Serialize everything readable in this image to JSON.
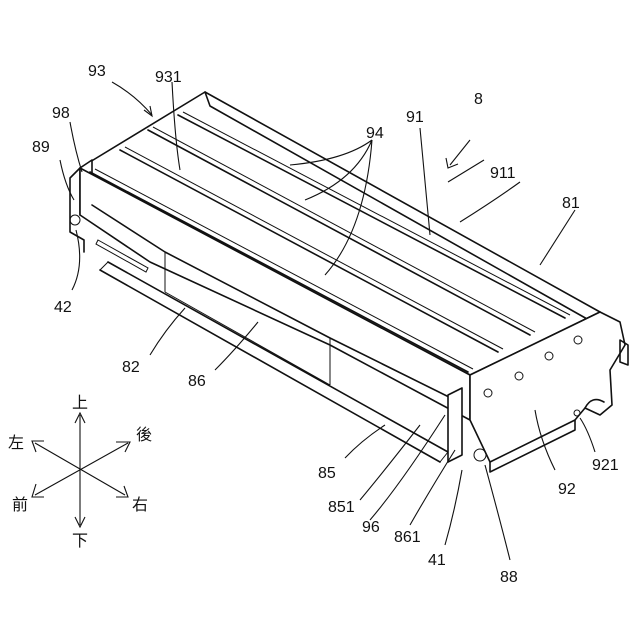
{
  "refs": {
    "r93": "93",
    "r931": "931",
    "r98": "98",
    "r89": "89",
    "r42": "42",
    "r82": "82",
    "r86": "86",
    "r85": "85",
    "r851": "851",
    "r96": "96",
    "r861": "861",
    "r41": "41",
    "r88": "88",
    "r92": "92",
    "r921": "921",
    "r81": "81",
    "r911": "911",
    "r91": "91",
    "r94": "94",
    "r8": "8"
  },
  "directions": {
    "up": "上",
    "down": "下",
    "left": "左",
    "right": "右",
    "front": "前",
    "back": "後"
  }
}
